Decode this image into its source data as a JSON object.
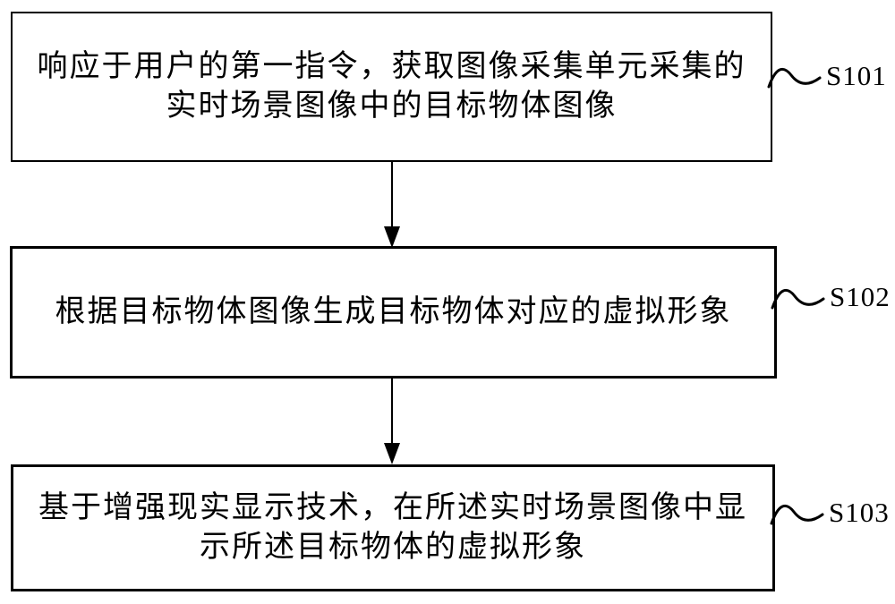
{
  "figure": {
    "type": "flowchart",
    "colors": {
      "background": "#ffffff",
      "line": "#000000",
      "text": "#000000"
    },
    "steps": [
      {
        "label": "S101",
        "lines": [
          "响应于用户的第一指令，获取图像采集单元采集的",
          "实时场景图像中的目标物体图像"
        ]
      },
      {
        "label": "S102",
        "lines": [
          "根据目标物体图像生成目标物体对应的虚拟形象"
        ]
      },
      {
        "label": "S103",
        "lines": [
          "基于增强现实显示技术，在所述实时场景图像中显",
          "示所述目标物体的虚拟形象"
        ]
      }
    ]
  }
}
